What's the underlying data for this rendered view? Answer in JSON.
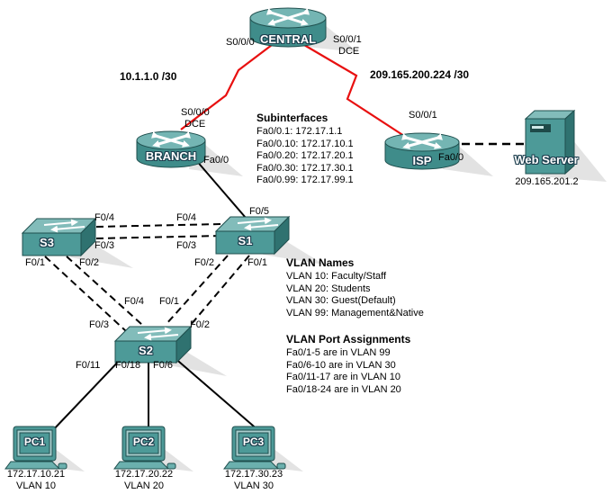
{
  "colors": {
    "device_teal": "#4d9a98",
    "device_teal_light": "#82bcba",
    "device_teal_dark": "#2f7270",
    "serial_link_red": "#e81010",
    "ethernet_link": "#000000"
  },
  "devices": {
    "central": {
      "name": "CENTRAL",
      "type": "router"
    },
    "branch": {
      "name": "BRANCH",
      "type": "router"
    },
    "isp": {
      "name": "ISP",
      "type": "router"
    },
    "web_server": {
      "name": "Web Server",
      "ip": "209.165.201.2",
      "type": "server"
    },
    "s1": {
      "name": "S1",
      "type": "switch"
    },
    "s2": {
      "name": "S2",
      "type": "switch"
    },
    "s3": {
      "name": "S3",
      "type": "switch"
    },
    "pc1": {
      "name": "PC1",
      "ip": "172.17.10.21",
      "vlan": "VLAN 10",
      "type": "pc"
    },
    "pc2": {
      "name": "PC2",
      "ip": "172.17.20.22",
      "vlan": "VLAN 20",
      "type": "pc"
    },
    "pc3": {
      "name": "PC3",
      "ip": "172.17.30.23",
      "vlan": "VLAN 30",
      "type": "pc"
    }
  },
  "links": {
    "central_branch": {
      "network": "10.1.1.0 /30",
      "central_port": "S0/0/0",
      "branch_port": "S0/0/0",
      "branch_mode": "DCE"
    },
    "central_isp": {
      "network": "209.165.200.224 /30",
      "central_port": "S0/0/1",
      "central_mode": "DCE",
      "isp_port": "S0/0/1"
    },
    "branch_s1": {
      "branch_port": "Fa0/0",
      "s1_port": "F0/5"
    },
    "isp_server": {
      "isp_port": "Fa0/0"
    },
    "s3_s1": {
      "s3_port_a": "F0/4",
      "s1_port_a": "F0/4",
      "s3_port_b": "F0/3",
      "s1_port_b": "F0/3"
    },
    "s3_s2": {
      "s3_port_a": "F0/1",
      "s3_port_b": "F0/2",
      "s2_port_a": "F0/3",
      "s2_port_b": "F0/4"
    },
    "s1_s2": {
      "s1_port_a": "F0/2",
      "s1_port_b": "F0/1",
      "s2_port_a": "F0/1",
      "s2_port_b": "F0/2"
    },
    "s2_pc1": {
      "s2_port": "F0/11"
    },
    "s2_pc2": {
      "s2_port": "F0/18"
    },
    "s2_pc3": {
      "s2_port": "F0/6"
    }
  },
  "notes": {
    "subinterfaces": {
      "title": "Subinterfaces",
      "lines": [
        "Fa0/0.1: 172.17.1.1",
        "Fa0/0.10: 172.17.10.1",
        "Fa0/0.20: 172.17.20.1",
        "Fa0/0.30: 172.17.30.1",
        "Fa0/0.99: 172.17.99.1"
      ]
    },
    "vlan_names": {
      "title": "VLAN Names",
      "lines": [
        "VLAN 10: Faculty/Staff",
        "VLAN 20: Students",
        "VLAN 30: Guest(Default)",
        "VLAN 99: Management&Native"
      ]
    },
    "vlan_ports": {
      "title": "VLAN Port Assignments",
      "lines": [
        "Fa0/1-5 are in VLAN 99",
        "Fa0/6-10 are in VLAN 30",
        "Fa0/11-17 are in VLAN 10",
        "Fa0/18-24 are in VLAN 20"
      ]
    }
  }
}
